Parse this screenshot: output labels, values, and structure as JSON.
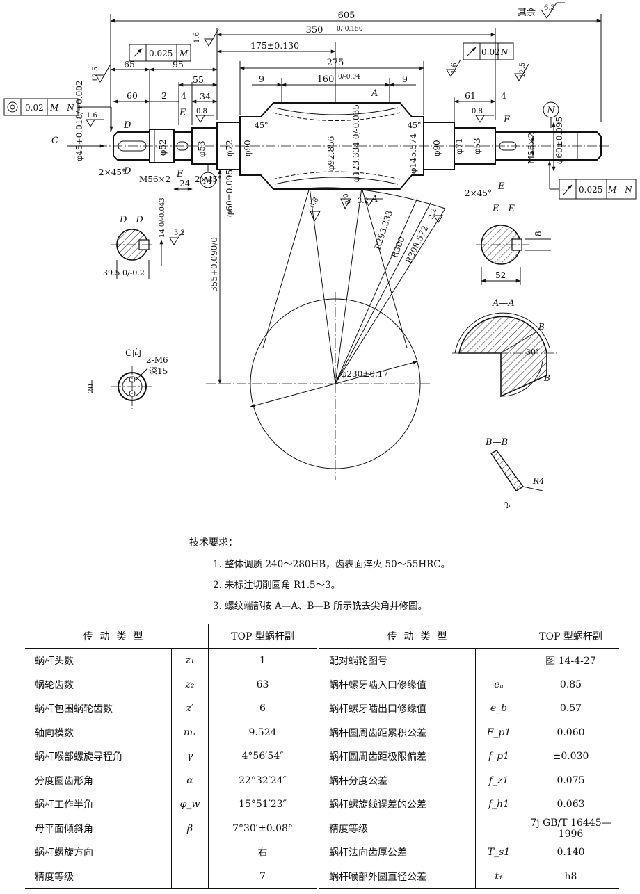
{
  "drawing": {
    "corner_note": "其余",
    "corner_roughness": "6.3",
    "dims": {
      "overall": "605",
      "d350": "350",
      "d350_tol": "0/-0.150",
      "d175": "175±0.130",
      "d275": "275",
      "d65": "65",
      "d95": "95",
      "d55": "55",
      "d34": "34",
      "d60": "60",
      "d2": "2",
      "d4": "4",
      "d9a": "9",
      "d9b": "9",
      "d160": "160",
      "d160_tol": "0/-0.04",
      "d61": "61",
      "d4r": "4",
      "d24": "24",
      "phi45": "φ45+0.018/+0.002",
      "phi52": "φ52",
      "phi53": "φ53",
      "phi72": "φ72",
      "phi90": "φ90",
      "phi92856": "φ92.856",
      "phi123334": "φ123.334 0/-0.035",
      "phi145574": "φ145.574",
      "phi90r": "φ90",
      "phi71": "φ71",
      "phi53r": "φ53",
      "m56a": "M56×2",
      "m56b": "M56×2",
      "phi60l": "φ60±0.095",
      "phi60r": "φ60±0.095",
      "ch45a": "2×45°",
      "ch45b": "2×45°",
      "ch45c": "2×45°",
      "a45a": "45°",
      "a45b": "45°",
      "d355": "355+0.090/0",
      "r293": "R293.333",
      "r300": "R300",
      "r308": "R308.572",
      "phi230": "φ230±0.17"
    },
    "roughness": [
      "12.5",
      "1.6",
      "1.6",
      "0.8",
      "0.8",
      "1.6",
      "12.5",
      "0.8",
      "0.8",
      "3.2",
      "3.2",
      "3.2"
    ],
    "fcf": {
      "coax_value": "0.02",
      "coax_datum": "M—N",
      "runout_m_value": "0.025",
      "runout_m_datum": "M",
      "runout_n_value": "0.02",
      "runout_n_datum": "N",
      "runout_mn_value": "0.025",
      "runout_mn_datum": "M—N"
    },
    "datums": {
      "m": "M",
      "n": "N"
    },
    "labels": {
      "c_arrow": "C",
      "d_mark_top": "D",
      "d_mark_bot": "D",
      "e_mark_l_top": "E",
      "e_mark_l_bot": "E",
      "e_mark_r_top": "E",
      "e_mark_r_bot": "E",
      "a_mark_top": "A",
      "a_mark_bot": "A"
    },
    "sec_dd": {
      "title": "D—D",
      "depth": "14 0/-0.043",
      "width": "39.5 0/-0.2",
      "rough": "3.2"
    },
    "sec_ee": {
      "title": "E—E",
      "flat": "8",
      "width": "52"
    },
    "sec_aa": {
      "title": "A—A",
      "angle": "30°",
      "b_top": "B",
      "b_bot": "B"
    },
    "sec_bb": {
      "title": "B—B",
      "radius": "R4",
      "size": "2"
    },
    "view_c": {
      "title": "C向",
      "holes": "2-M6",
      "depth": "深15",
      "dim": "20"
    }
  },
  "tech": {
    "heading": "技术要求：",
    "items": [
      "1. 整体调质 240～280HB，齿表面淬火 50～55HRC。",
      "2. 未标注切削圆角 R1.5～3。",
      "3. 螺纹端部按 A—A、B—B 所示铣去尖角并修圆。"
    ]
  },
  "table": {
    "header": {
      "left_label": "传动类型",
      "left_value": "TOP 型蜗杆副",
      "right_label": "传动类型",
      "right_value": "TOP 型蜗杆副"
    },
    "rows": [
      {
        "n1": "蜗杆头数",
        "s1": "z₁",
        "v1": "1",
        "n2": "配对蜗轮图号",
        "s2": "",
        "v2": "图 14-4-27"
      },
      {
        "n1": "蜗轮齿数",
        "s1": "z₂",
        "v1": "63",
        "n2": "蜗杆螺牙啮入口修缘值",
        "s2": "eₐ",
        "v2": "0.85"
      },
      {
        "n1": "蜗杆包围蜗轮齿数",
        "s1": "z′",
        "v1": "6",
        "n2": "蜗杆螺牙啮出口修缘值",
        "s2": "e_b",
        "v2": "0.57"
      },
      {
        "n1": "轴向模数",
        "s1": "mₓ",
        "v1": "9.524",
        "n2": "蜗杆圆周齿距累积公差",
        "s2": "F_p1",
        "v2": "0.060"
      },
      {
        "n1": "蜗杆喉部螺旋导程角",
        "s1": "γ",
        "v1": "4°56′54″",
        "n2": "蜗杆圆周齿距极限偏差",
        "s2": "f_p1",
        "v2": "±0.030"
      },
      {
        "n1": "分度圆齿形角",
        "s1": "α",
        "v1": "22°32′24″",
        "n2": "蜗杆分度公差",
        "s2": "f_z1",
        "v2": "0.075"
      },
      {
        "n1": "蜗杆工作半角",
        "s1": "φ_w",
        "v1": "15°51′23″",
        "n2": "蜗杆螺旋线误差的公差",
        "s2": "f_h1",
        "v2": "0.063"
      },
      {
        "n1": "母平面倾斜角",
        "s1": "β",
        "v1": "7°30′±0.08°",
        "n2": "精度等级",
        "s2": "",
        "v2": "7j GB/T 16445—1996"
      },
      {
        "n1": "蜗杆螺旋方向",
        "s1": "",
        "v1": "右",
        "n2": "蜗杆法向齿厚公差",
        "s2": "T_s1",
        "v2": "0.140"
      },
      {
        "n1": "精度等级",
        "s1": "",
        "v1": "7",
        "n2": "蜗杆喉部外圆直径公差",
        "s2": "t₁",
        "v2": "h8"
      }
    ]
  }
}
